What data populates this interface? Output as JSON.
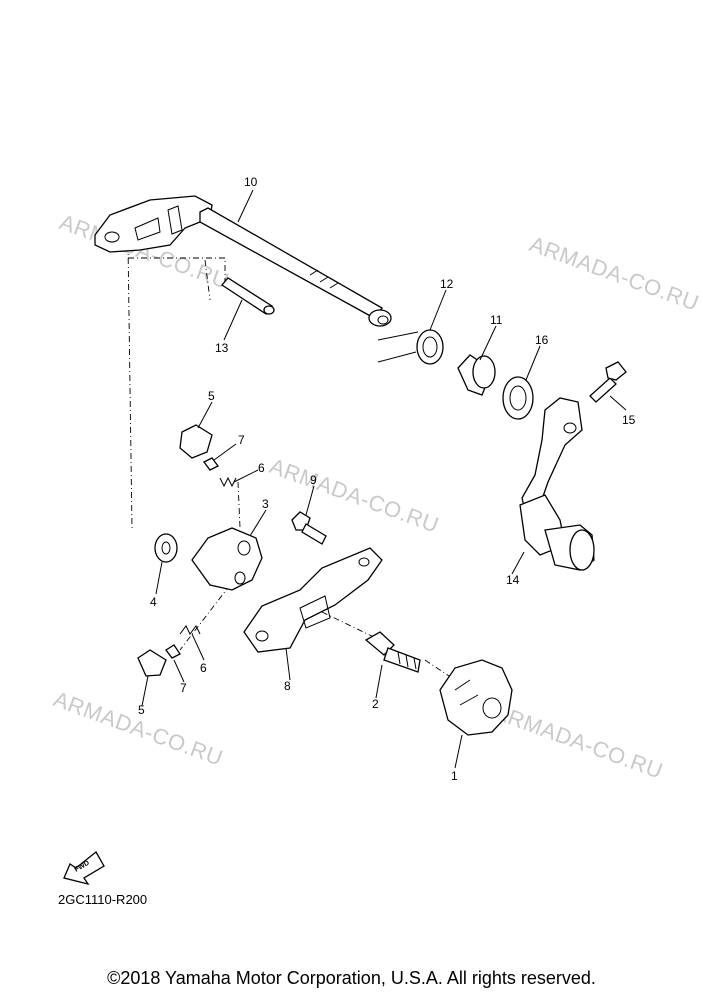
{
  "watermarks": [
    "ARMADA-CO.RU",
    "ARMADA-CO.RU",
    "ARMADA-CO.RU",
    "ARMADA-CO.RU",
    "ARMADA-CO.RU"
  ],
  "callouts": [
    "10",
    "12",
    "11",
    "16",
    "15",
    "13",
    "5",
    "7",
    "6",
    "9",
    "3",
    "4",
    "6",
    "7",
    "5",
    "8",
    "2",
    "1",
    "14"
  ],
  "fwd_label": "FWD",
  "diagram_code": "2GC1110-R200",
  "copyright": "©2018 Yamaha Motor Corporation, U.S.A. All rights reserved."
}
